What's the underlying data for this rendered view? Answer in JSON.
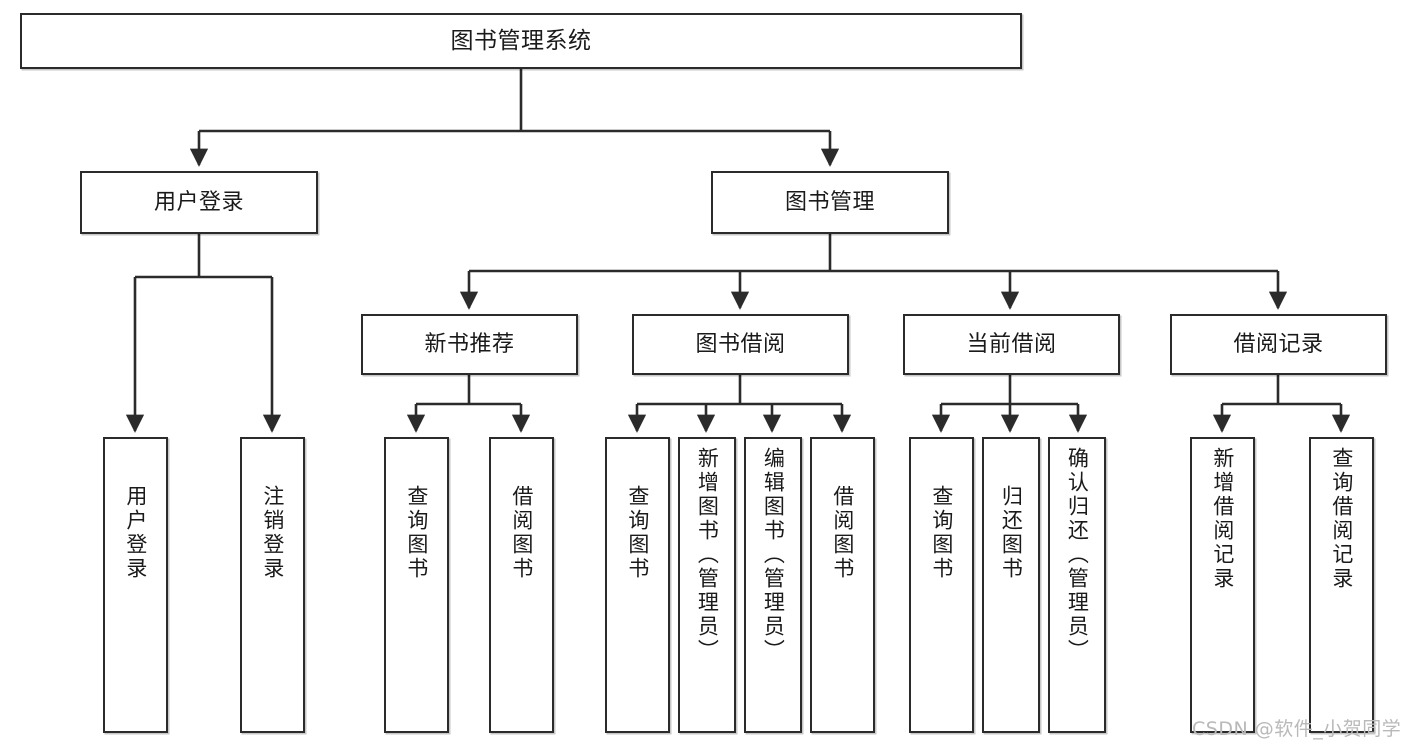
{
  "diagram": {
    "title": "图书管理系统",
    "type": "tree-hierarchy-diagram",
    "watermark": "CSDN @软件_小贺同学",
    "colors": {
      "box_border": "#2b2b2b",
      "box_fill": "#ffffff",
      "connector": "#2b2b2b",
      "text": "#1a1a1a",
      "watermark": "#b9b9b9",
      "background": "#ffffff"
    },
    "root": {
      "label": "图书管理系统"
    },
    "level2": [
      {
        "label": "用户登录"
      },
      {
        "label": "图书管理"
      }
    ],
    "level3": [
      {
        "label": "新书推荐"
      },
      {
        "label": "图书借阅"
      },
      {
        "label": "当前借阅"
      },
      {
        "label": "借阅记录"
      }
    ],
    "leaves": {
      "user_login": [
        {
          "label": "用户登录"
        },
        {
          "label": "注销登录"
        }
      ],
      "new_book_recommend": [
        {
          "label": "查询图书"
        },
        {
          "label": "借阅图书"
        }
      ],
      "book_borrow": [
        {
          "label": "查询图书"
        },
        {
          "label": "新增图书（管理员）"
        },
        {
          "label": "编辑图书（管理员）"
        },
        {
          "label": "借阅图书"
        }
      ],
      "current_borrow": [
        {
          "label": "查询图书"
        },
        {
          "label": "归还图书"
        },
        {
          "label": "确认归还（管理员）"
        }
      ],
      "borrow_records": [
        {
          "label": "新增借阅记录"
        },
        {
          "label": "查询借阅记录"
        }
      ]
    }
  }
}
